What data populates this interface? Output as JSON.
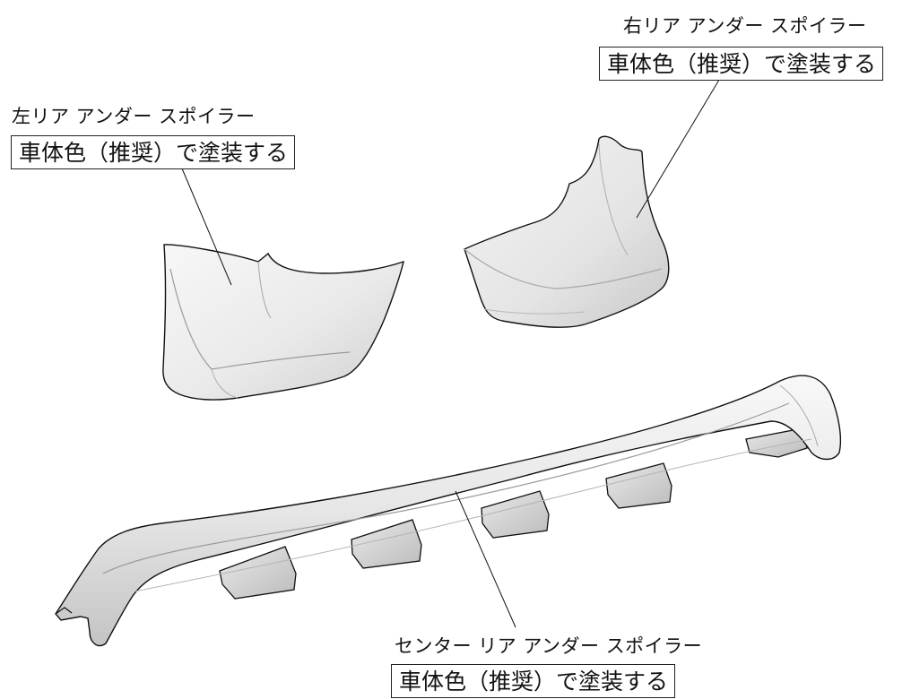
{
  "parts": {
    "left": {
      "name": "左リア アンダー スポイラー",
      "note": "車体色（推奨）で塗装する"
    },
    "right": {
      "name": "右リア アンダー スポイラー",
      "note": "車体色（推奨）で塗装する"
    },
    "center": {
      "name": "センター リア アンダー スポイラー",
      "note": "車体色（推奨）で塗装する"
    }
  },
  "colors": {
    "line": "#111111",
    "part_fill": "#ededed",
    "part_shadow": "#bdbdbd"
  }
}
